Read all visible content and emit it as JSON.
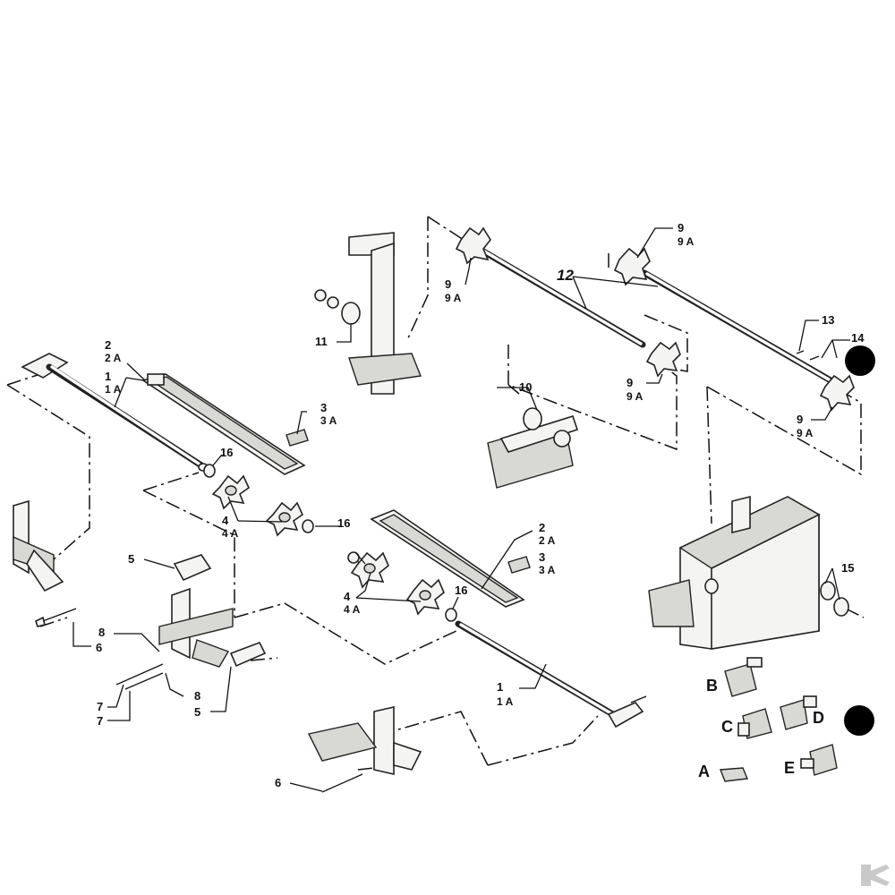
{
  "callouts": {
    "c1a": {
      "num": "1",
      "suf": "1 A"
    },
    "c1b": {
      "num": "1",
      "suf": "1 A"
    },
    "c2a": {
      "num": "2",
      "suf": "2 A"
    },
    "c2b": {
      "num": "2",
      "suf": "2 A"
    },
    "c3a": {
      "num": "3",
      "suf": "3 A"
    },
    "c3b": {
      "num": "3",
      "suf": "3 A"
    },
    "c4a": {
      "num": "4",
      "suf": "4 A"
    },
    "c4b": {
      "num": "4",
      "suf": "4 A"
    },
    "c5a": {
      "num": "5"
    },
    "c5b": {
      "num": "5"
    },
    "c6a": {
      "num": "6"
    },
    "c6b": {
      "num": "6"
    },
    "c7a": {
      "num": "7"
    },
    "c7b": {
      "num": "7"
    },
    "c8a": {
      "num": "8"
    },
    "c8b": {
      "num": "8"
    },
    "c9a": {
      "num": "9",
      "suf": "9 A"
    },
    "c9b": {
      "num": "9",
      "suf": "9 A"
    },
    "c9c": {
      "num": "9",
      "suf": "9 A"
    },
    "c9d": {
      "num": "9",
      "suf": "9 A"
    },
    "c10": {
      "num": "10"
    },
    "c11": {
      "num": "11"
    },
    "c12": {
      "num": "12"
    },
    "c13": {
      "num": "13"
    },
    "c14": {
      "num": "14"
    },
    "c15": {
      "num": "15"
    },
    "c16a": {
      "num": "16"
    },
    "c16b": {
      "num": "16"
    },
    "c16c": {
      "num": "16"
    }
  },
  "variants": {
    "a": "A",
    "b": "B",
    "c": "C",
    "d": "D",
    "e": "E"
  },
  "colors": {
    "ink": "#111111",
    "paper": "#ffffff",
    "marker": "#000000",
    "watermark": "#c9c9c9"
  }
}
